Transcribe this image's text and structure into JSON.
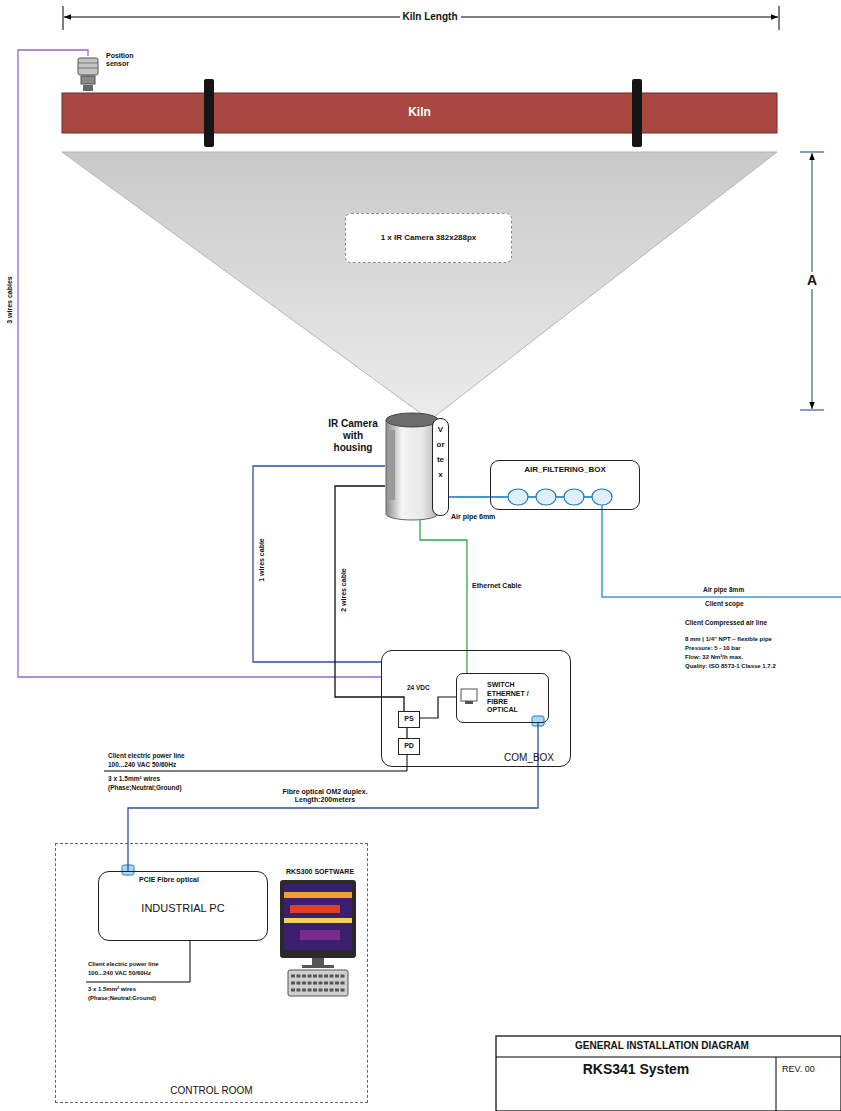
{
  "diagram": {
    "title": "GENERAL INSTALLATION DIAGRAM",
    "nodes": [
      {
        "text": [
          "Position sensor"
        ]
      },
      {
        "text": [
          "Kiln"
        ]
      },
      {
        "text": [
          "1 x IR Camera 382x288px"
        ]
      },
      {
        "text": [
          "IR Camera with housing"
        ]
      },
      {
        "text": [
          "Vortex"
        ],
        "in": 3
      },
      {
        "text": [
          "AIR_FILTERING_BOX"
        ]
      },
      {
        "text": [
          "COM_BOX"
        ]
      },
      {
        "text": [
          "SWITCH ETHERNET / FIBRE OPTICAL"
        ],
        "in": 6
      },
      {
        "text": [
          "PS"
        ],
        "in": 6
      },
      {
        "text": [
          "PD"
        ],
        "in": 6
      },
      {
        "text": [
          "CONTROL ROOM"
        ]
      },
      {
        "text": [
          "PCIE Fibre optical",
          "INDUSTRIAL PC"
        ],
        "in": 10
      }
    ],
    "edges": [
      {
        "from": 0,
        "to": 6,
        "label": "3 wires cables",
        "arrow": "none"
      },
      {
        "from": 3,
        "to": 6,
        "label": "1 wires cable",
        "arrow": "none"
      },
      {
        "from": 3,
        "to": 8,
        "label": "2 wires cable",
        "arrow": "none"
      },
      {
        "from": 3,
        "to": 7,
        "label": "Ethernet Cable",
        "arrow": "none"
      },
      {
        "from": 4,
        "to": 5,
        "label": "Air pipe 6mm",
        "arrow": "none"
      },
      {
        "from": 8,
        "to": 7,
        "arrow": "none"
      },
      {
        "from": 9,
        "to": 8,
        "arrow": "none"
      },
      {
        "from": 7,
        "to": 11,
        "label": "Fibre optical OM2 duplex. Length:200meters",
        "arrow": "none"
      }
    ],
    "labels": [
      "Kiln Length",
      "A",
      "Air pipe 8mm",
      "Client scope",
      "Client Compressed air line",
      "8 mm | 1/4'' NPT – flexible pipe",
      "Pressure: 5 - 10 bar",
      "Flow: 32 Nm³/h max.",
      "Quality: ISO 8573-1 Classe 1.7.2",
      "24 VDC",
      "Client electric power line",
      "100...240 VAC 50/60Hz",
      "3 x 1.5mm² wires",
      "(Phase;Neutral;Ground)",
      "Client electric power line",
      "100...240 VAC 50/60Hz",
      "3 x 1.5mm² wires",
      "(Phase;Neutral;Ground)",
      "RKS300 SOFTWARE",
      "RKS341 System",
      "REV. 00"
    ]
  }
}
